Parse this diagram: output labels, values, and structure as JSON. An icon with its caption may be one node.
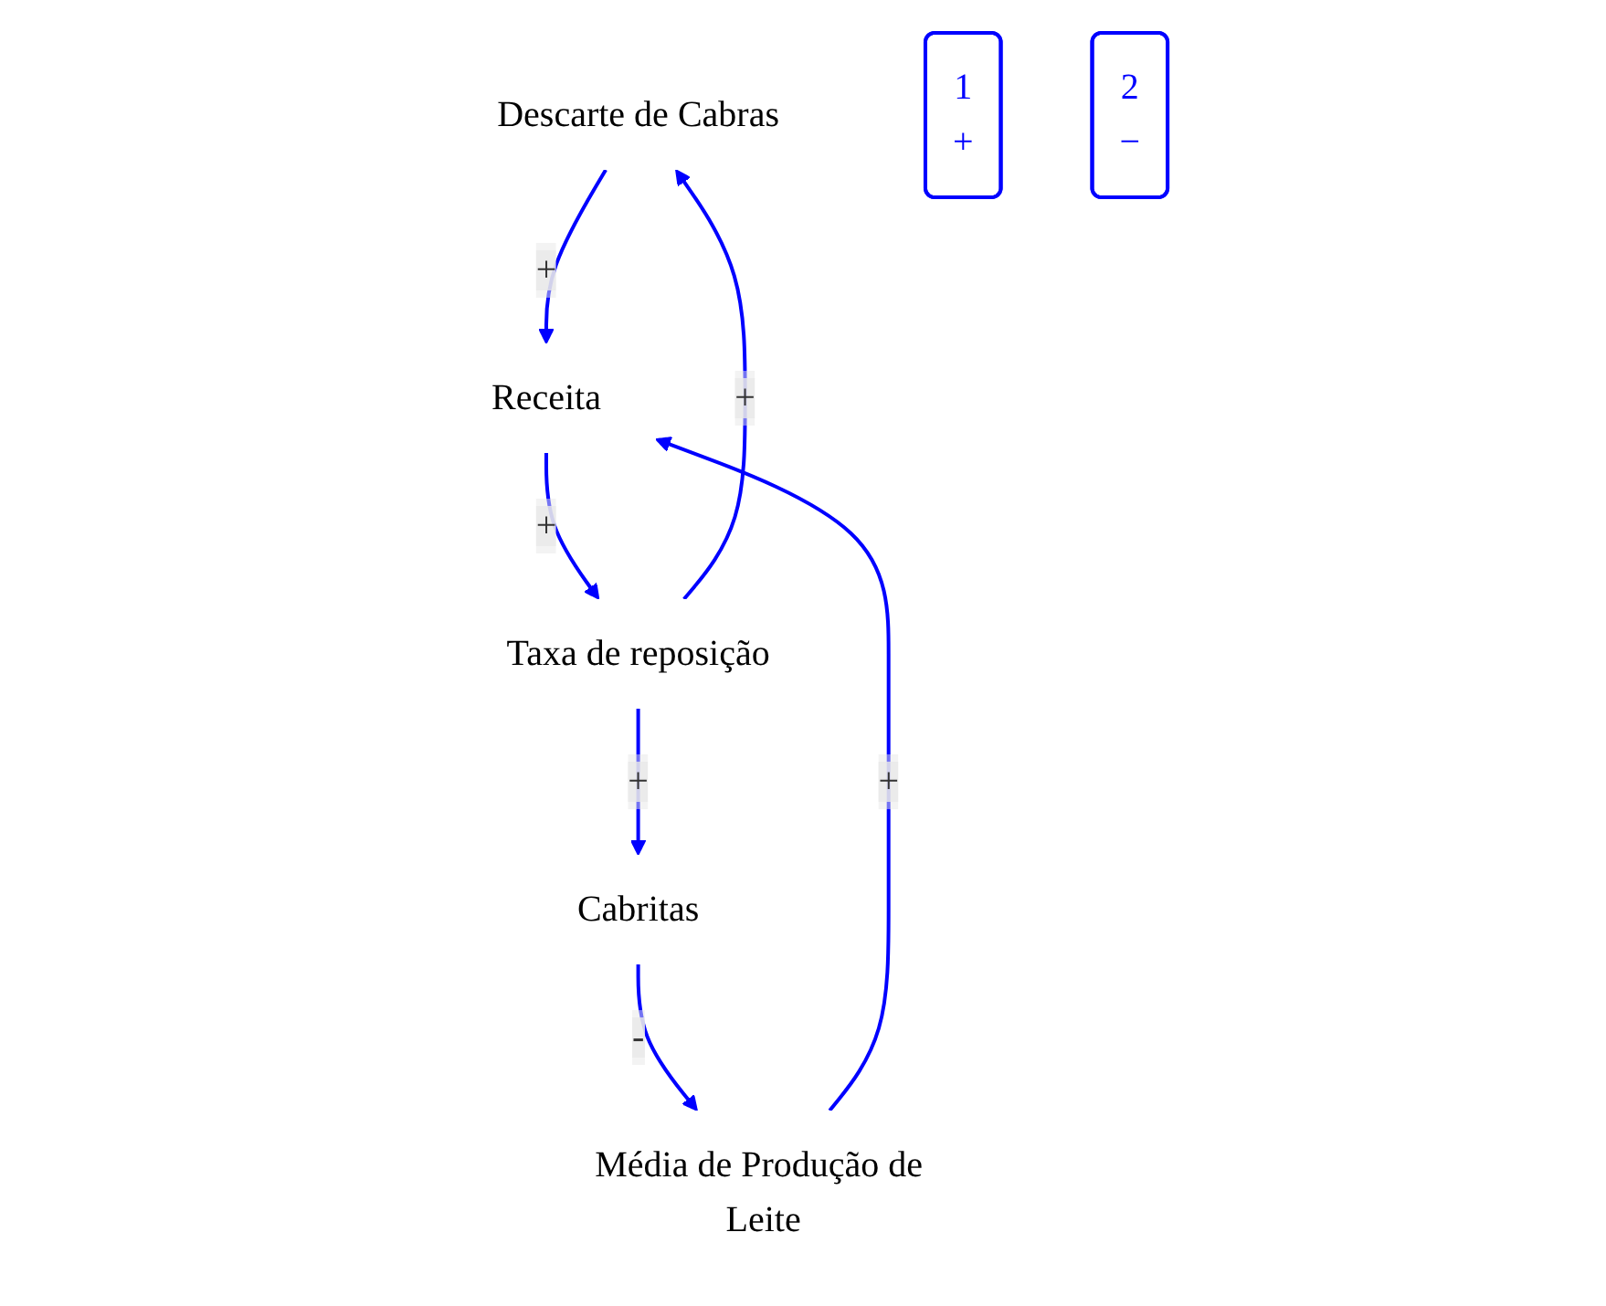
{
  "diagram": {
    "nodes": [
      {
        "text": [
          "Descarte de Cabras"
        ]
      },
      {
        "text": [
          "Taxa de reposição"
        ]
      },
      {
        "text": [
          "1",
          "+"
        ]
      },
      {
        "text": [
          "Receita"
        ]
      },
      {
        "text": [
          "Cabritas"
        ]
      },
      {
        "text": [
          "2",
          "−"
        ]
      },
      {
        "text": [
          "Média de Produção de Leite"
        ]
      }
    ],
    "edges": [
      {
        "from": 1,
        "to": 0,
        "arrow": "to",
        "label": "+"
      },
      {
        "from": 0,
        "to": 3,
        "arrow": "to",
        "label": "+"
      },
      {
        "from": 3,
        "to": 1,
        "arrow": "to",
        "label": "+"
      },
      {
        "from": 1,
        "to": 4,
        "arrow": "to",
        "label": "+"
      },
      {
        "from": 4,
        "to": 6,
        "arrow": "to",
        "label": "-"
      },
      {
        "from": 6,
        "to": 3,
        "arrow": "to",
        "label": "+"
      }
    ]
  }
}
